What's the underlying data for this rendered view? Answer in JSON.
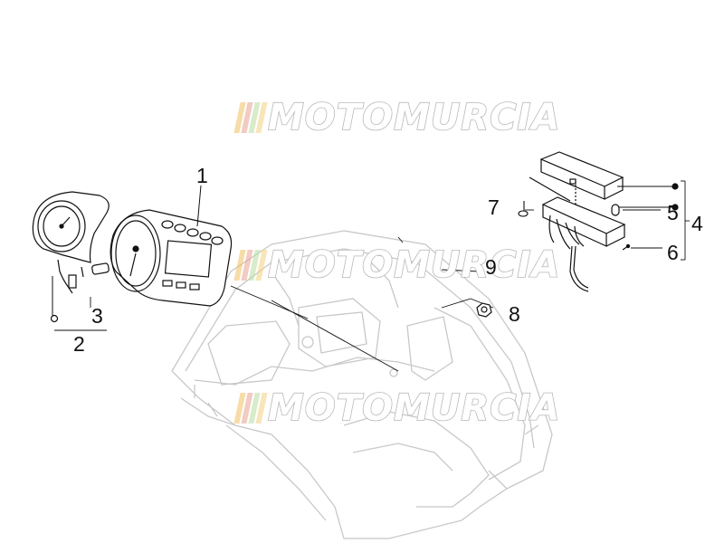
{
  "watermark": {
    "text": "MOTOMURCIA",
    "stripe_colors": [
      "#f0c060",
      "#e8a090",
      "#b8dca0",
      "#f2d080"
    ]
  },
  "callouts": [
    {
      "id": "1",
      "label": "1"
    },
    {
      "id": "2",
      "label": "2"
    },
    {
      "id": "3",
      "label": "3"
    },
    {
      "id": "4",
      "label": "4"
    },
    {
      "id": "5",
      "label": "5"
    },
    {
      "id": "6",
      "label": "6"
    },
    {
      "id": "7",
      "label": "7"
    },
    {
      "id": "8",
      "label": "8"
    },
    {
      "id": "9",
      "label": "9"
    }
  ],
  "colors": {
    "line": "#111111",
    "ghost_line": "#c8c8c8"
  }
}
